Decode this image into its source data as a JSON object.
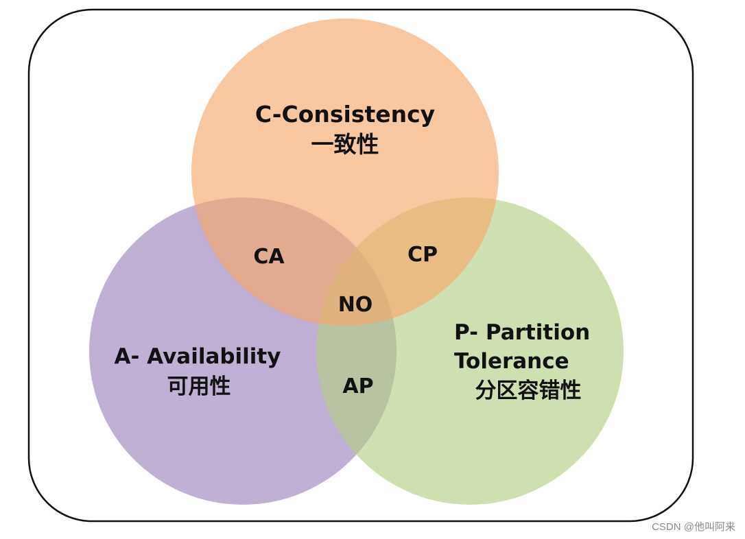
{
  "diagram": {
    "type": "venn",
    "sets": {
      "consistency": {
        "title": "C-Consistency",
        "subtitle": "一致性",
        "color": "#F6A96B"
      },
      "availability": {
        "title": "A- Availability",
        "subtitle": "可用性",
        "color": "#9C86BD"
      },
      "partition": {
        "title_line1": "P- Partition",
        "title_line2": "Tolerance",
        "subtitle": "分区容错性",
        "color": "#B3CE85"
      }
    },
    "intersections": {
      "ca": "CA",
      "cp": "CP",
      "ap": "AP",
      "center": "NO"
    }
  },
  "watermark": "CSDN @他叫阿来",
  "colors": {
    "frame_stroke": "#111111",
    "background": "#FFFFFF"
  }
}
